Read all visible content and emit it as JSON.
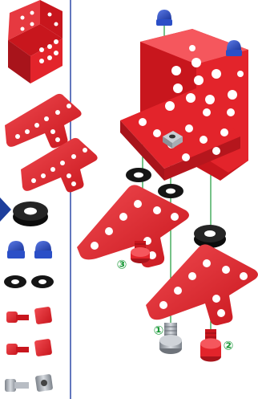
{
  "colors": {
    "red": "#e3242b",
    "red_dark": "#a8141b",
    "red_light": "#f5575d",
    "blue": "#2b4fc7",
    "black": "#151515",
    "silver": "#9aa0a8",
    "green": "#1c9a3a",
    "divider": "#2f4aa8",
    "arrow": "#1d3e9c"
  },
  "parts_panel": {
    "items": [
      {
        "name": "bracket-part-icon"
      },
      {
        "name": "flat-t-plate-part-icon"
      },
      {
        "name": "flat-t-plate-part-icon"
      },
      {
        "name": "thick-washer-part-icon"
      },
      {
        "name": "blue-cap-nut-part-icon"
      },
      {
        "name": "black-washer-part-icon"
      },
      {
        "name": "red-screw-part-icon"
      },
      {
        "name": "red-square-nut-part-icon"
      },
      {
        "name": "silver-screw-part-icon"
      },
      {
        "name": "silver-square-nut-part-icon"
      }
    ]
  },
  "steps": [
    {
      "number": "①",
      "part": "silver-screw"
    },
    {
      "number": "②",
      "part": "red-screw"
    },
    {
      "number": "③",
      "part": "red-screw"
    }
  ]
}
